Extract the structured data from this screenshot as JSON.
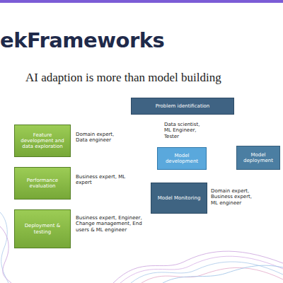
{
  "diagram": {
    "title": "ekFrameworks",
    "caption": "AI adaption is more than model building",
    "nodes": [
      {
        "text": [
          "Problem identification"
        ]
      },
      {
        "text": [
          "Feature development and data exploration"
        ]
      },
      {
        "text": [
          "Performance evaluation"
        ]
      },
      {
        "text": [
          "Deployment & testing"
        ]
      },
      {
        "text": [
          "Model development"
        ]
      },
      {
        "text": [
          "Model deployment"
        ]
      },
      {
        "text": [
          "Model Monitoring"
        ]
      }
    ],
    "labels": [
      "Domain expert, Data engineer",
      "Business expert, ML expert",
      "Business expert, Engineer, Change management, End users & ML engineer",
      "Data scientist, ML Engineer, Tester",
      "Domain expert, Business expert, ML engineer"
    ]
  }
}
